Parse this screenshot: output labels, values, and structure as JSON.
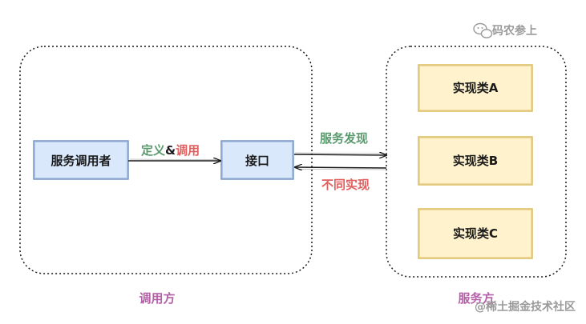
{
  "colors": {
    "blue_box_fill": "#dae8fc",
    "blue_box_stroke": "#6c8ebf",
    "yellow_box_fill": "#fff2cc",
    "yellow_box_stroke": "#d6b656",
    "green_text": "#5a9a6e",
    "red_text": "#e06060",
    "purple_text": "#b560a8",
    "watermark_text": "#9a9a9a"
  },
  "watermark_top": "码农参上",
  "watermark_bottom": "@稀土掘金技术社区",
  "caller": {
    "group_label": "调用方",
    "node_label": "服务调用者"
  },
  "interface": {
    "node_label": "接口"
  },
  "edge_define": {
    "part1": "定义",
    "part2": "&",
    "part3": "调用"
  },
  "edge_discovery": "服务发现",
  "edge_impl": "不同实现",
  "provider": {
    "group_label": "服务方",
    "impls": [
      "实现类A",
      "实现类B",
      "实现类C"
    ]
  }
}
